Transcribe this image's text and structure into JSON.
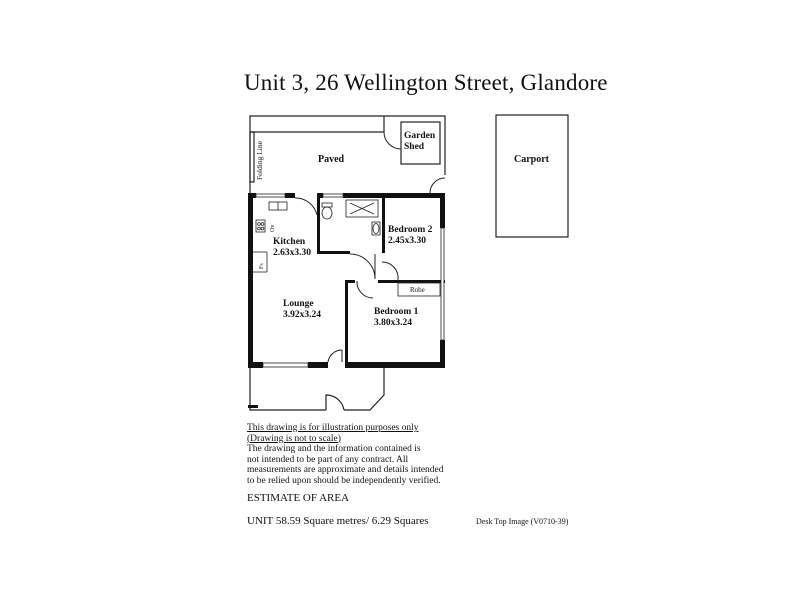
{
  "title": "Unit 3,  26 Wellington Street,  Glandore",
  "rooms": {
    "paved": "Paved",
    "garden_shed_line1": "Garden",
    "garden_shed_line2": "Shed",
    "carport": "Carport",
    "folding_line": "Folding Line",
    "kitchen_name": "Kitchen",
    "kitchen_dims": "2.63x3.30",
    "bedroom2_name": "Bedroom 2",
    "bedroom2_dims": "2.45x3.30",
    "lounge_name": "Lounge",
    "lounge_dims": "3.92x3.24",
    "bedroom1_name": "Bedroom 1",
    "bedroom1_dims": "3.80x3.24",
    "robe": "Robe",
    "fridge_space": "Fs",
    "oven": "Ov"
  },
  "notes": {
    "line1": "This drawing is for illustration purposes only",
    "line2": "(Drawing is not to scale)",
    "para1": "The drawing and the information contained is",
    "para2": "not intended to be part of any contract.  All",
    "para3": "measurements are approximate and details intended",
    "para4": "to be relied upon should be independently verified."
  },
  "estimate": {
    "heading": "ESTIMATE OF AREA",
    "unit_line": "UNIT  58.59 Square metres/ 6.29 Squares"
  },
  "footer": {
    "desk_top_image": "Desk Top Image  (V0710-39)"
  }
}
